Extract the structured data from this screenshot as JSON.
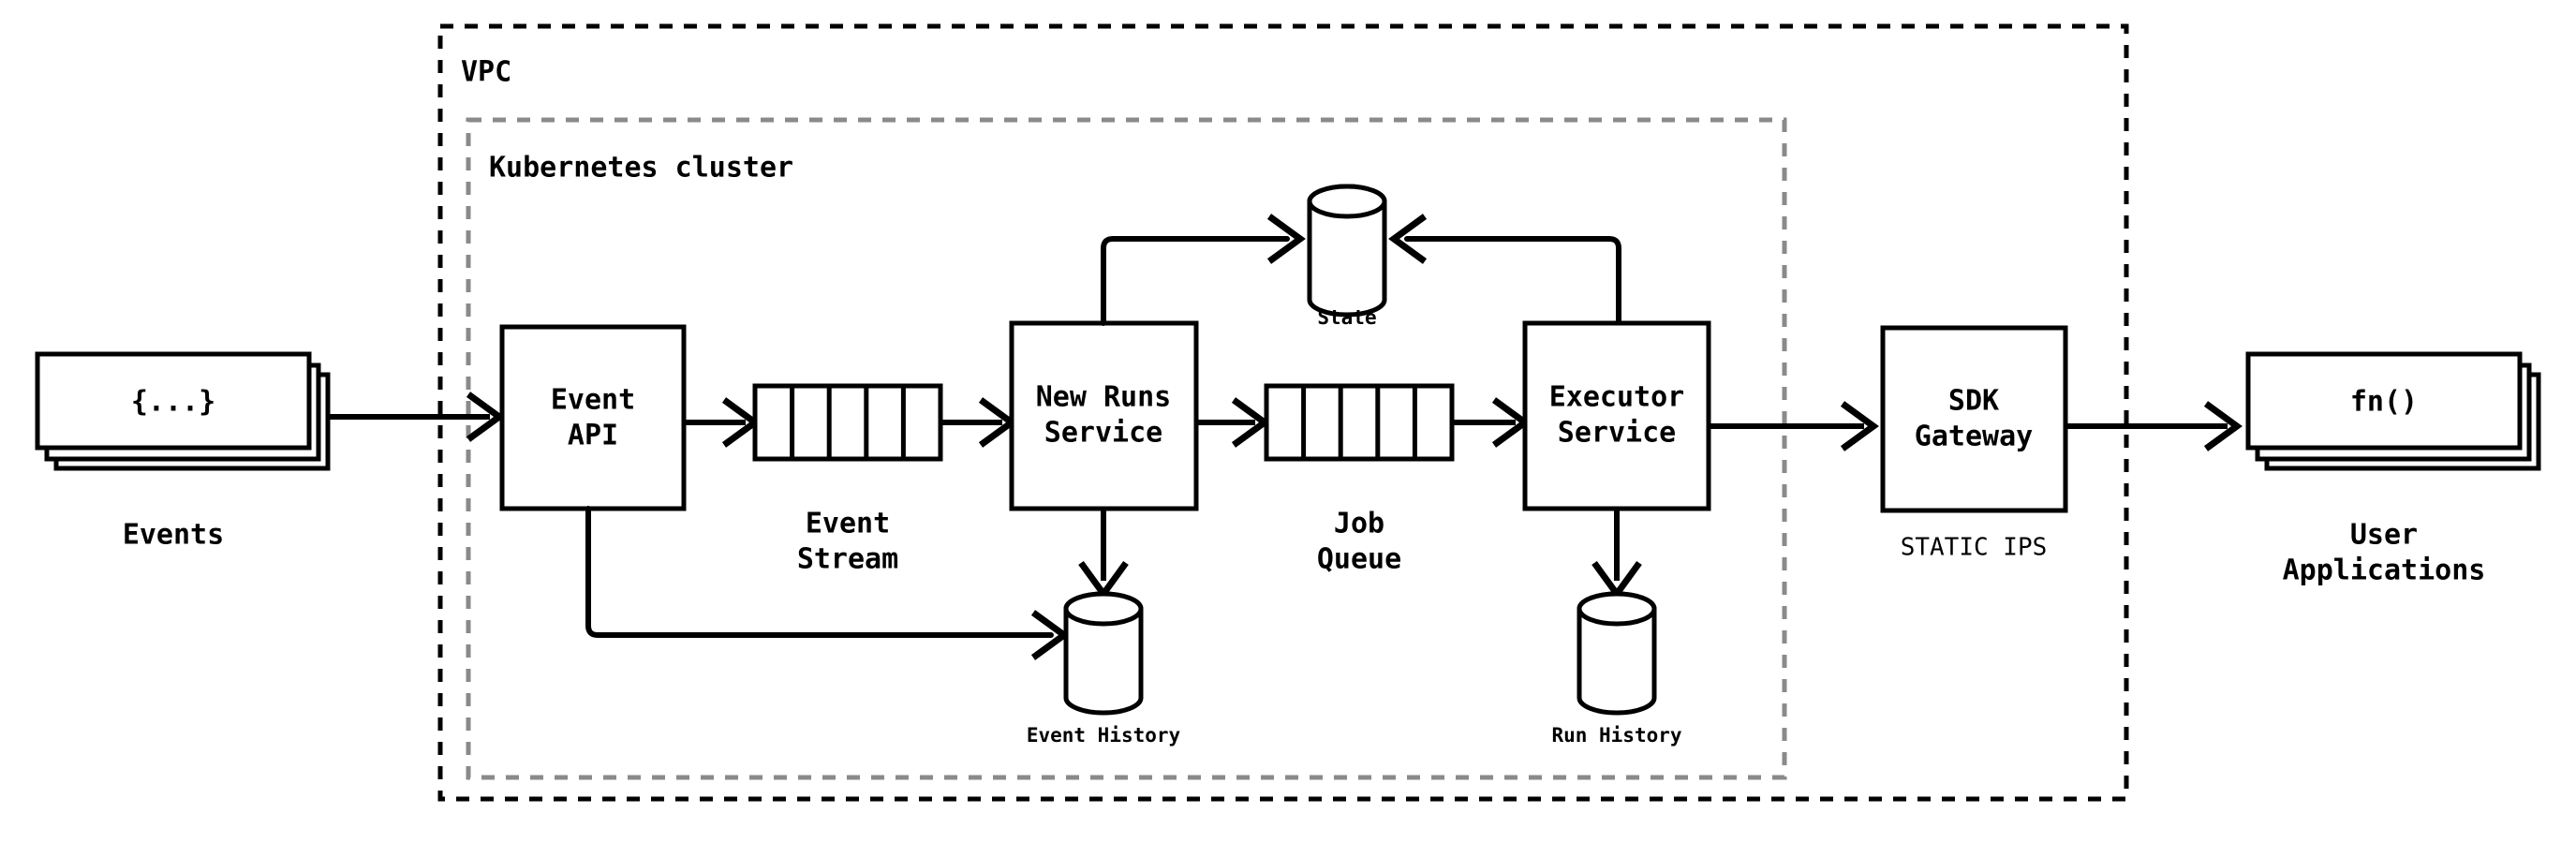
{
  "diagram": {
    "title_groups": [
      {
        "id": "vpc",
        "label": "VPC"
      },
      {
        "id": "k8s",
        "label": "Kubernetes cluster"
      }
    ],
    "nodes": {
      "events_stack": {
        "inner_label": "{...}",
        "caption": "Events"
      },
      "event_api": {
        "label_line1": "Event",
        "label_line2": "API"
      },
      "event_stream": {
        "caption_line1": "Event",
        "caption_line2": "Stream",
        "cells": 5
      },
      "new_runs_service": {
        "label_line1": "New Runs",
        "label_line2": "Service"
      },
      "job_queue": {
        "caption_line1": "Job",
        "caption_line2": "Queue",
        "cells": 5
      },
      "executor_service": {
        "label_line1": "Executor",
        "label_line2": "Service"
      },
      "sdk_gateway": {
        "label_line1": "SDK",
        "label_line2": "Gateway",
        "sublabel": "STATIC IPS"
      },
      "user_apps_stack": {
        "inner_label": "fn()",
        "caption_line1": "User",
        "caption_line2": "Applications"
      },
      "state_store": {
        "caption": "State"
      },
      "event_history_store": {
        "caption": "Event History"
      },
      "run_history_store": {
        "caption": "Run History"
      }
    },
    "colors": {
      "stroke": "#000000",
      "background": "#ffffff",
      "k8s_border": "#8a8a8a"
    }
  }
}
